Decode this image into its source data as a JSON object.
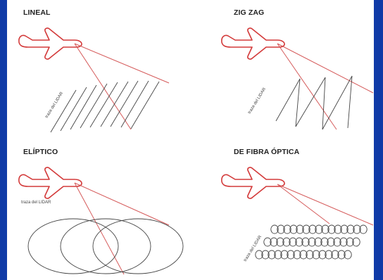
{
  "panels": [
    {
      "title": "LINEAL",
      "track_label": "traza del LIDAR"
    },
    {
      "title": "ZIG ZAG",
      "track_label": "traza del LIDAR"
    },
    {
      "title": "ELÍPTICO",
      "track_label": "traza del LIDAR"
    },
    {
      "title": "DE FIBRA ÓPTICA",
      "track_label": "traza del LIDAR"
    }
  ],
  "colors": {
    "background": "#1846b8",
    "panel": "#ffffff",
    "plane": "#d33a3a",
    "scan": "#444444"
  }
}
